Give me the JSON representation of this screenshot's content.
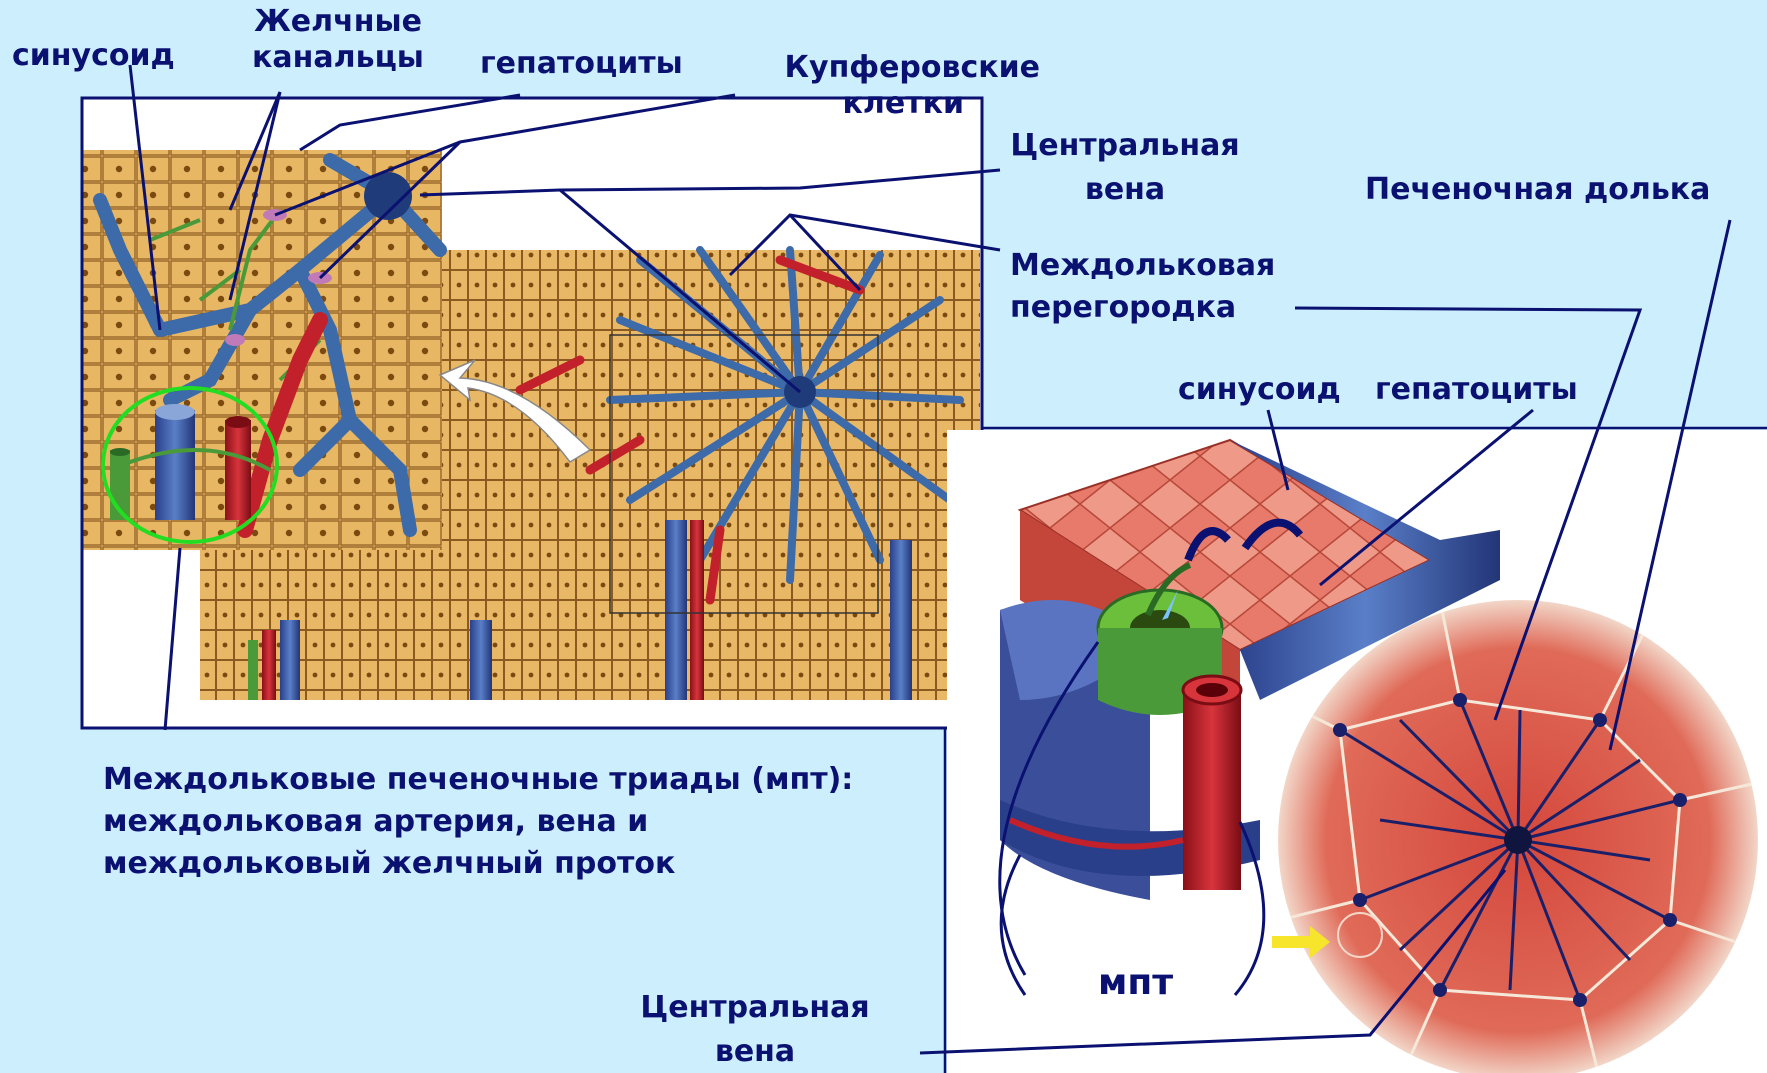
{
  "labels": {
    "sinusoid_top": "синусоид",
    "bile_canaliculi": [
      "Желчные",
      "канальцы"
    ],
    "hepatocytes_top": "гепатоциты",
    "kupffer_cells": [
      "Купферовские",
      "клетки"
    ],
    "central_vein_top": [
      "Центральная",
      "вена"
    ],
    "hepatic_lobule": "Печеночная долька",
    "interlobular_septum": [
      "Междольковая",
      "перегородка"
    ],
    "sinusoid_right": "синусоид",
    "hepatocytes_right": "гепатоциты",
    "portal_triads": [
      "Междольковые печеночные триады (мпт):",
      "междольковая артерия, вена и",
      "междольковый желчный проток"
    ],
    "mpt": "мпт",
    "central_vein_bottom": [
      "Центральная",
      "вена"
    ]
  },
  "colors": {
    "background": "#cdeefd",
    "label_text": "#0b1170",
    "leader_line": "#0b1170",
    "triad_highlight": "#22dd22",
    "hepatocyte_tissue": "#e8b763",
    "sinusoid_blue": "#4a7fb8",
    "artery_red": "#c2202a",
    "bile_duct_green": "#4a9a3a",
    "lobule_red": "#d9584a"
  }
}
